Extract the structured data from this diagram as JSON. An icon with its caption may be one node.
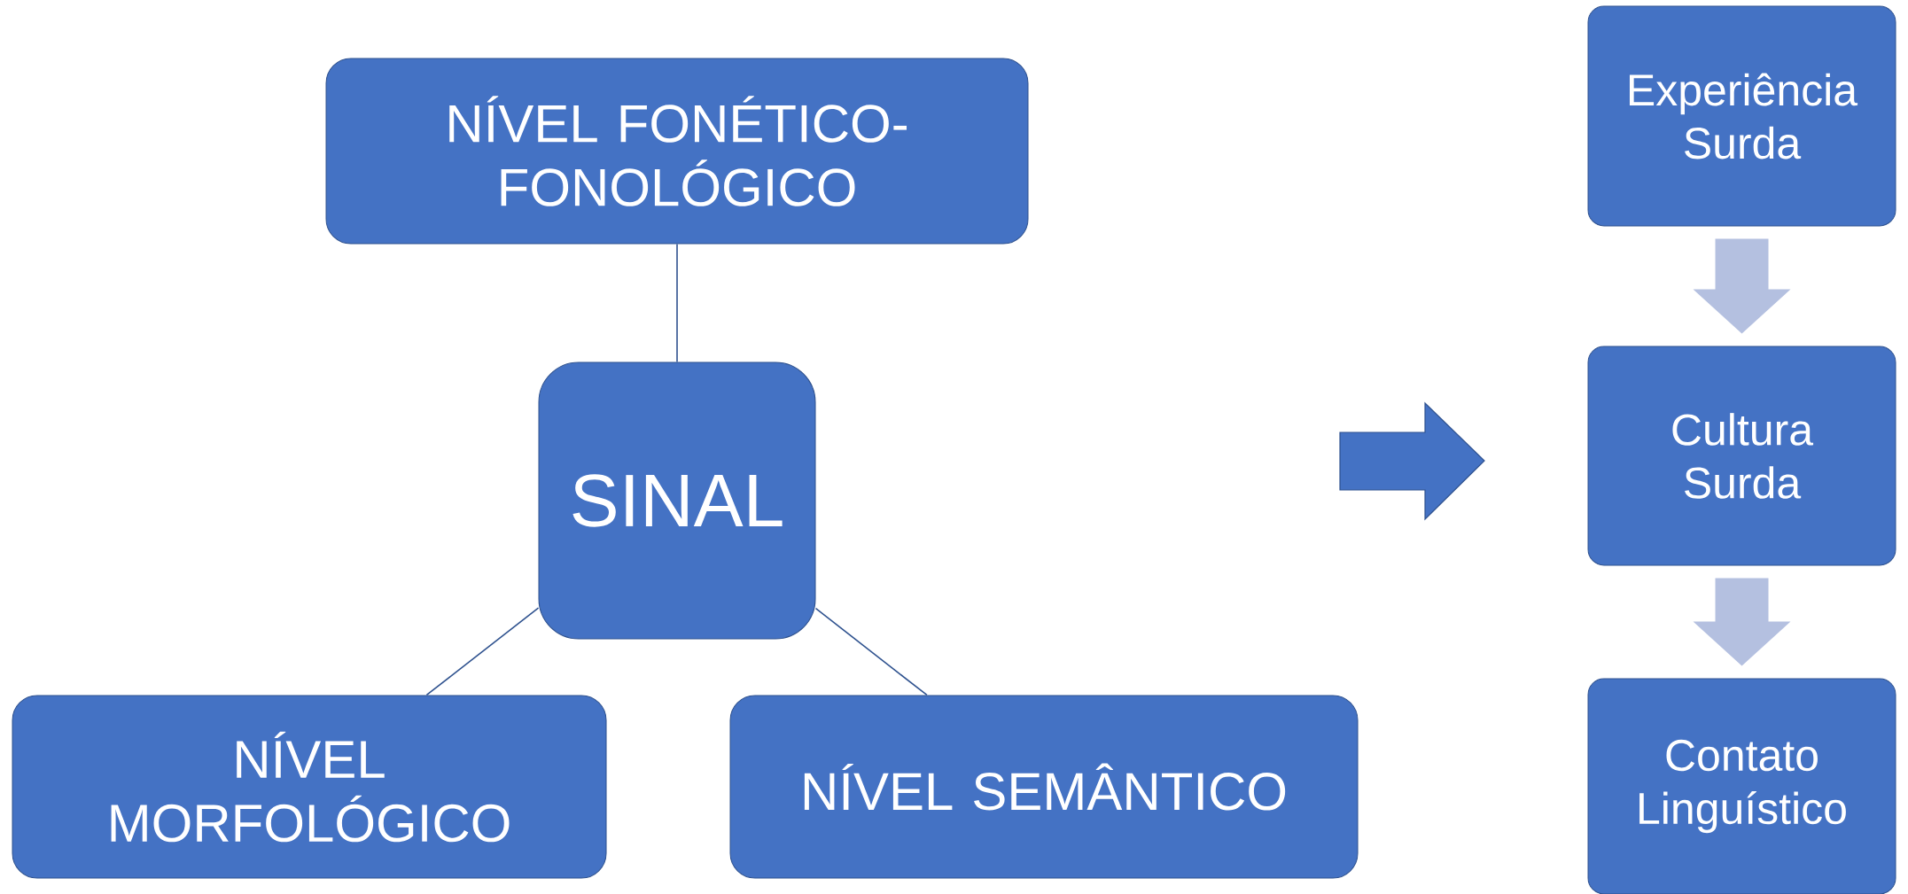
{
  "diagram": {
    "nodes": [
      {
        "text": [
          "NÍVEL FONÉTICO-FONOLÓGICO"
        ]
      },
      {
        "text": [
          "SINAL"
        ]
      },
      {
        "text": [
          "NÍVEL MORFOLÓGICO"
        ]
      },
      {
        "text": [
          "NÍVEL SEMÂNTICO"
        ]
      },
      {
        "text": [
          "Experiência Surda"
        ]
      },
      {
        "text": [
          "Cultura Surda"
        ]
      },
      {
        "text": [
          "Contato Linguístico"
        ]
      }
    ],
    "edges": [
      {
        "from": 0,
        "to": 1,
        "arrow": "none"
      },
      {
        "from": 1,
        "to": 2,
        "arrow": "none"
      },
      {
        "from": 1,
        "to": 3,
        "arrow": "none"
      },
      {
        "from": 4,
        "to": 5,
        "arrow": "to",
        "style": "thick",
        "color": "#b4c0e0"
      },
      {
        "from": 5,
        "to": 6,
        "arrow": "to",
        "style": "thick",
        "color": "#b4c0e0"
      }
    ]
  }
}
